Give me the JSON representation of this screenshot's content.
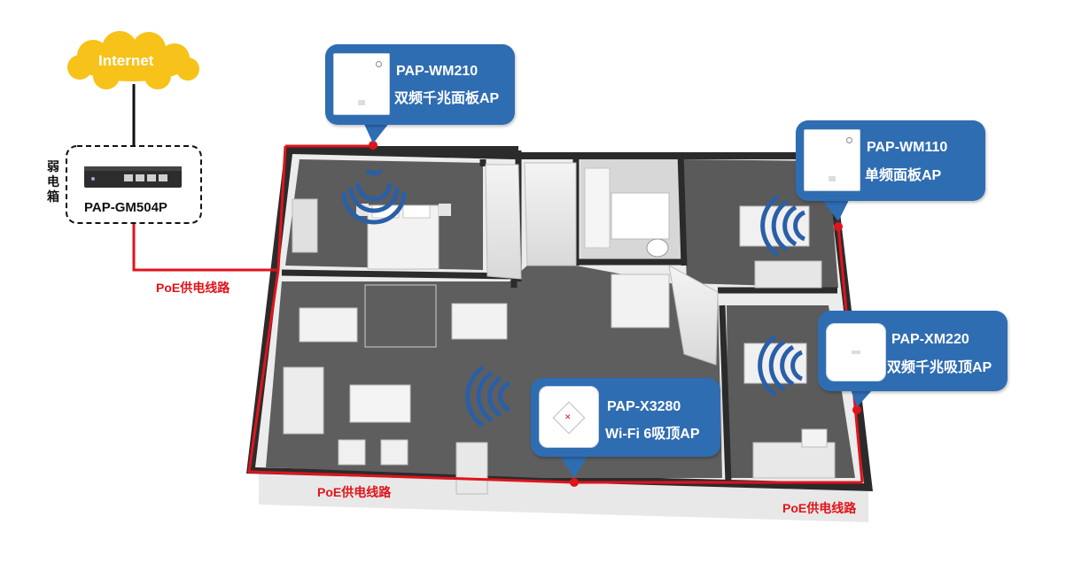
{
  "internet": {
    "label": "Internet",
    "cloud_color": "#f7c21a"
  },
  "cabinet": {
    "vertical_label": "弱电箱",
    "switch_model": "PAP-GM504P"
  },
  "poe_labels": [
    "PoE供电线路",
    "PoE供电线路",
    "PoE供电线路"
  ],
  "access_points": [
    {
      "model": "PAP-WM210",
      "description": "双频千兆面板AP"
    },
    {
      "model": "PAP-WM110",
      "description": "单频面板AP"
    },
    {
      "model": "PAP-XM220",
      "description": "双频千兆吸顶AP"
    },
    {
      "model": "PAP-X3280",
      "description": "Wi-Fi 6吸顶AP"
    }
  ],
  "colors": {
    "callout": "#2f6db3",
    "poe_line": "#e0141b",
    "wifi": "#2a5fa8",
    "wall": "#2b2b2b",
    "floor": "#5e5e5e"
  }
}
